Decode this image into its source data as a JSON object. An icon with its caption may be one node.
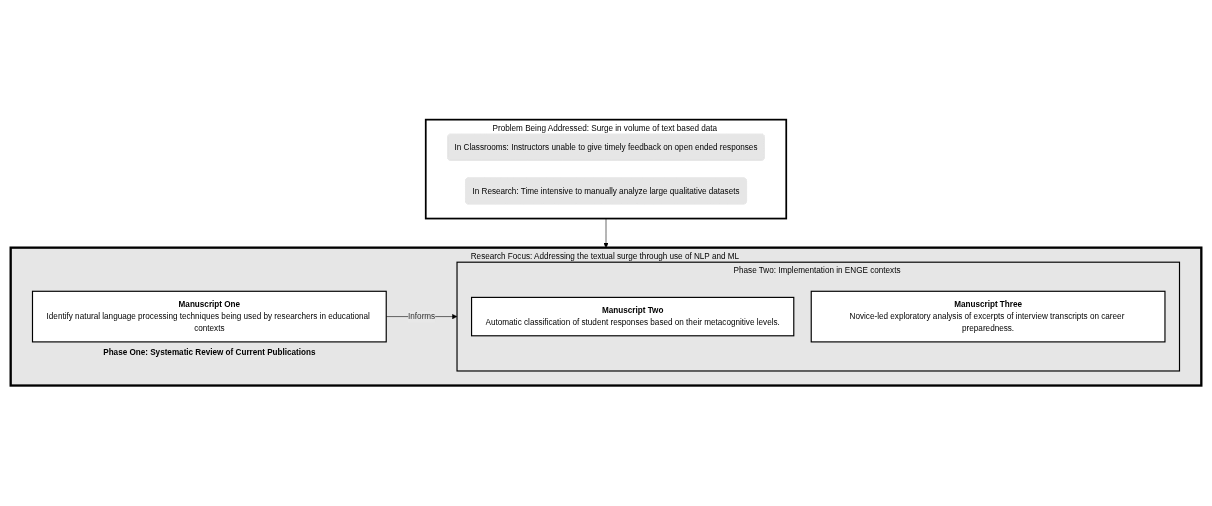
{
  "diagram": {
    "nodes": [
      {
        "text": [
          "Problem Being Addressed: Surge in volume of text based data"
        ]
      },
      {
        "text": [
          "In Classrooms:  Instructors unable to give timely feedback on open ended responses"
        ],
        "in": 0
      },
      {
        "text": [
          "In Research:  Time intensive to manually analyze large qualitative datasets"
        ],
        "in": 0
      },
      {
        "text": [
          "Research Focus: Addressing the textual surge through use of NLP and ML"
        ]
      },
      {
        "text": [
          "Manuscript One",
          "Identify natural language processing techniques being used by researchers in educational contexts"
        ],
        "in": 3,
        "beside": [
          "Phase One: Systematic Review of Current Publications"
        ]
      },
      {
        "text": [
          "Phase Two: Implementation in ENGE contexts"
        ],
        "in": 3
      },
      {
        "text": [
          "Manuscript Two",
          "Automatic classification of student responses based on their metacognitive levels."
        ],
        "in": 5
      },
      {
        "text": [
          "Manuscript Three",
          "Novice-led exploratory analysis of excerpts of interview transcripts on career preparedness."
        ],
        "in": 5
      }
    ],
    "edges": [
      {
        "from": 0,
        "to": 3,
        "arrow": "to"
      },
      {
        "from": 4,
        "to": 5,
        "label": "Informs",
        "arrow": "to"
      }
    ]
  }
}
